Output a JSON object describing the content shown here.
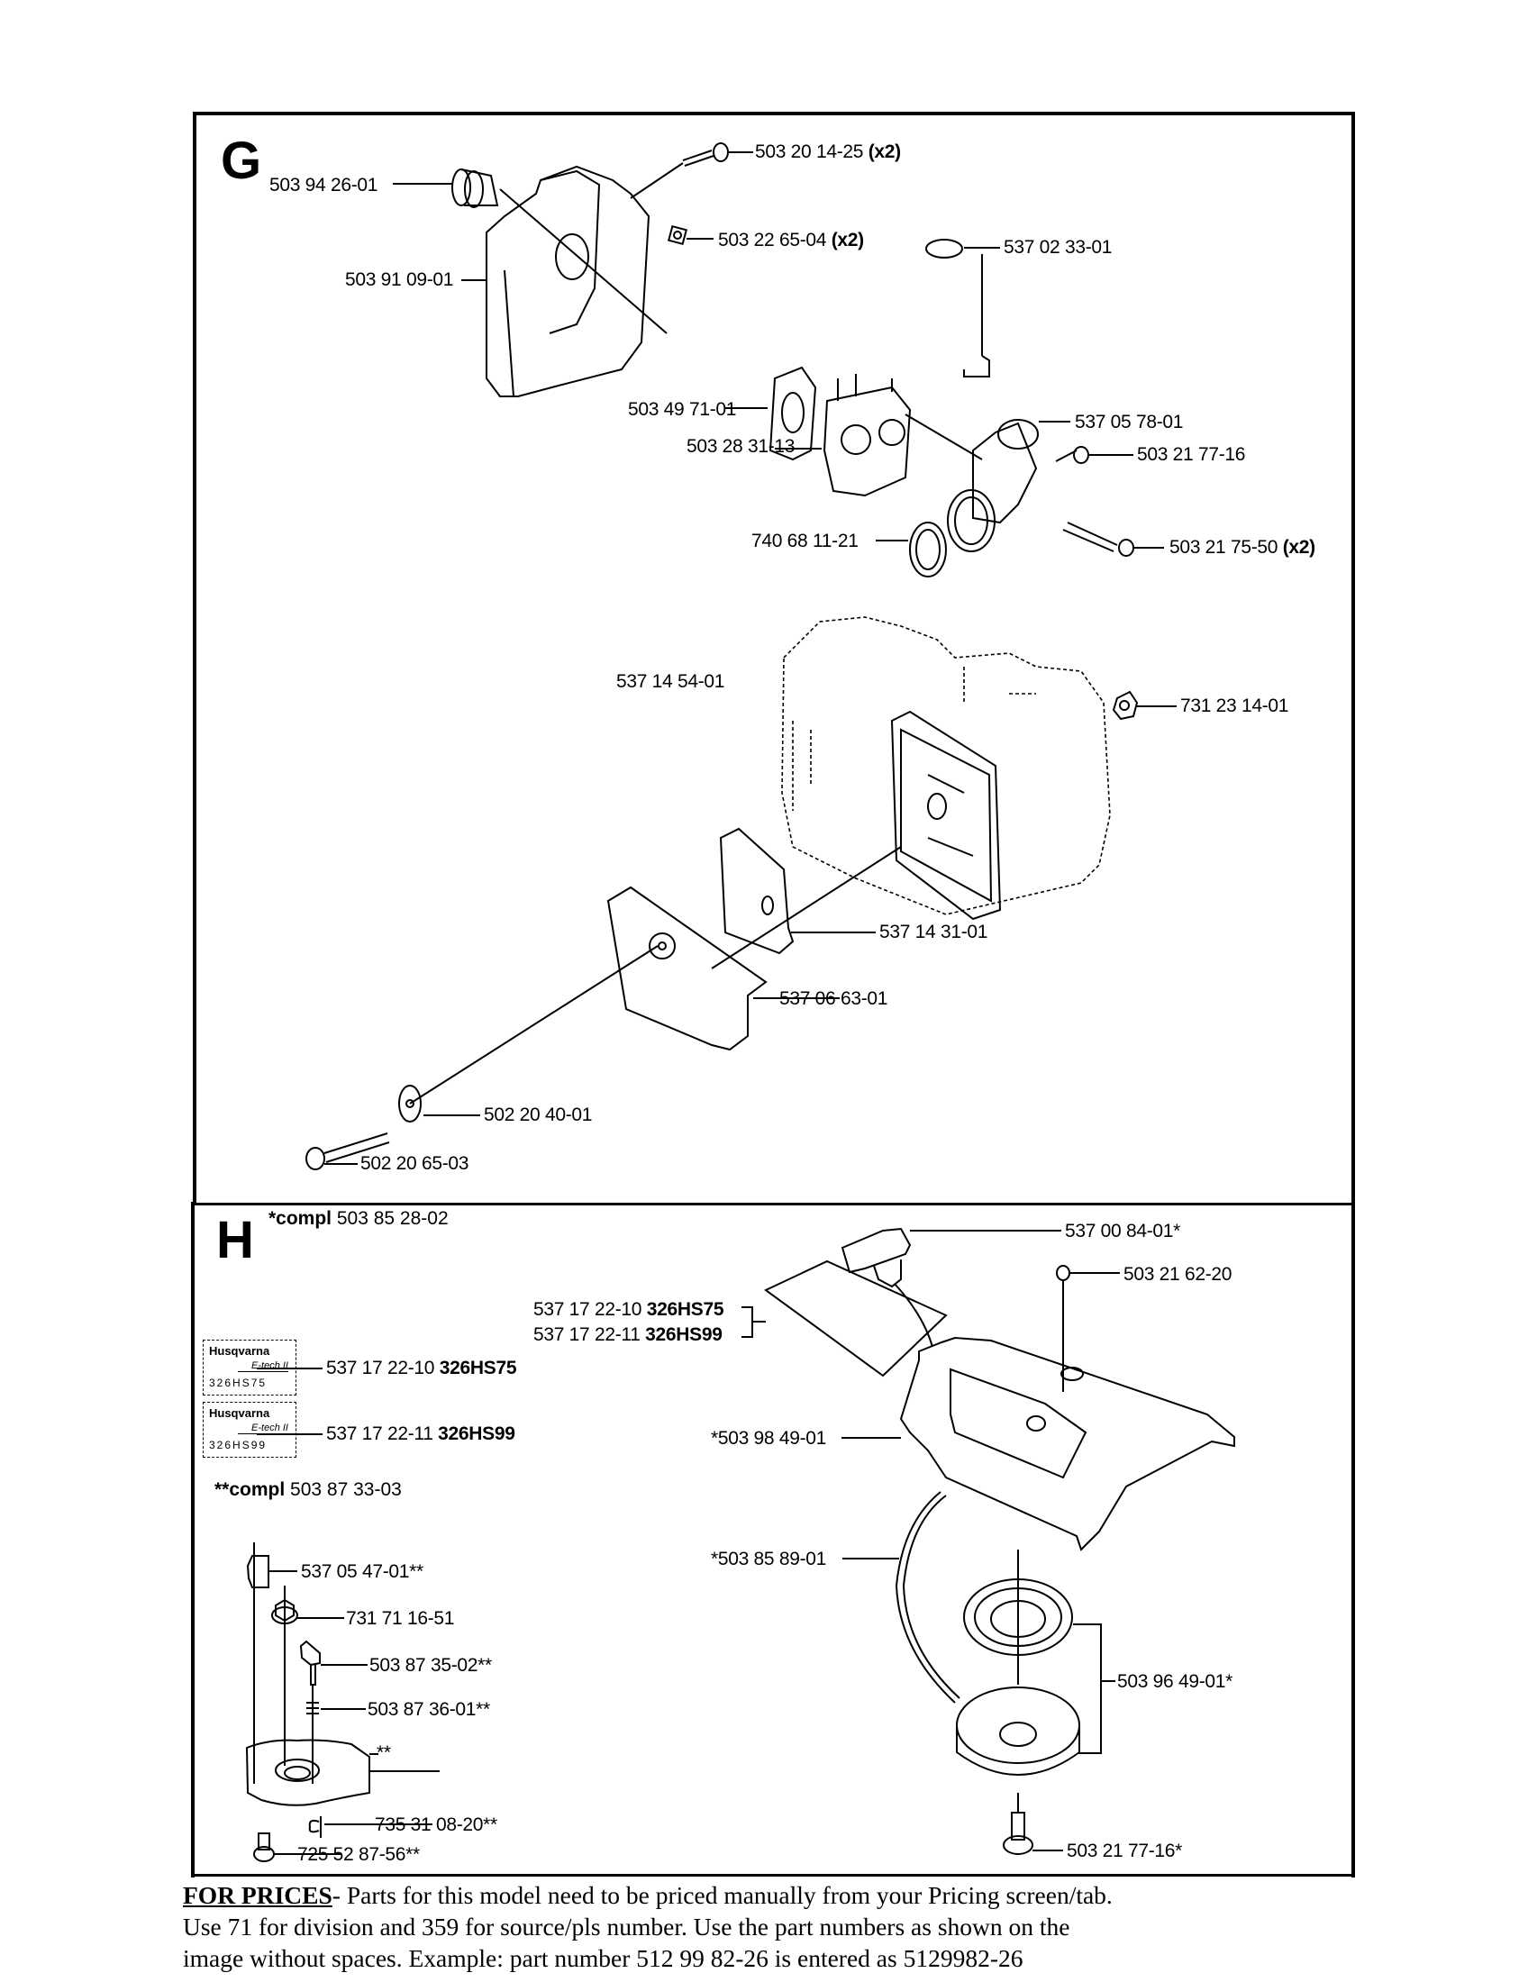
{
  "sections": {
    "g": {
      "letter": "G",
      "labels": [
        {
          "id": "g1",
          "part": "503 20 14-25",
          "qty": "(x2)"
        },
        {
          "id": "g2",
          "part": "503 94 26-01"
        },
        {
          "id": "g3",
          "part": "503 22 65-04",
          "qty": "(x2)"
        },
        {
          "id": "g4",
          "part": "537 02 33-01"
        },
        {
          "id": "g5",
          "part": "503 91 09-01"
        },
        {
          "id": "g6",
          "part": "503 49 71-01"
        },
        {
          "id": "g7",
          "part": "537 05 78-01"
        },
        {
          "id": "g8",
          "part": "503 28 31-13"
        },
        {
          "id": "g9",
          "part": "503 21 77-16"
        },
        {
          "id": "g10",
          "part": "740 68 11-21"
        },
        {
          "id": "g11",
          "part": "503 21 75-50",
          "qty": "(x2)"
        },
        {
          "id": "g12",
          "part": "537 14 54-01"
        },
        {
          "id": "g13",
          "part": "731 23 14-01"
        },
        {
          "id": "g14",
          "part": "537 14 31-01"
        },
        {
          "id": "g15",
          "part": "537 06 63-01"
        },
        {
          "id": "g16",
          "part": "502 20 40-01"
        },
        {
          "id": "g17",
          "part": "502 20 65-03"
        }
      ]
    },
    "h": {
      "letter": "H",
      "compl_1": {
        "prefix": "*compl",
        "part": "503 85 28-02"
      },
      "compl_2": {
        "prefix": "**compl",
        "part": "503 87 33-03"
      },
      "decals": [
        {
          "brand": "Husqvarna",
          "line": "E-tech II",
          "model": "326HS75"
        },
        {
          "brand": "Husqvarna",
          "line": "E-tech II",
          "model": "326HS99"
        }
      ],
      "labels": [
        {
          "id": "h1",
          "part": "537 00 84-01*"
        },
        {
          "id": "h2",
          "part": "503 21 62-20"
        },
        {
          "id": "h3",
          "part": "537 17 22-10",
          "model": "326HS75"
        },
        {
          "id": "h4",
          "part": "537 17 22-11",
          "model": "326HS99"
        },
        {
          "id": "h5",
          "part": "537 17 22-10",
          "model": "326HS75"
        },
        {
          "id": "h6",
          "part": "537 17 22-11",
          "model": "326HS99"
        },
        {
          "id": "h7",
          "part": "*503 98 49-01"
        },
        {
          "id": "h8",
          "part": "*503 85 89-01"
        },
        {
          "id": "h9",
          "part": "537 05 47-01**"
        },
        {
          "id": "h10",
          "part": "731 71 16-51"
        },
        {
          "id": "h11",
          "part": "503 87 35-02**"
        },
        {
          "id": "h12",
          "part": "503 87 36-01**"
        },
        {
          "id": "h13",
          "part": "**"
        },
        {
          "id": "h14",
          "part": "503 96 49-01*"
        },
        {
          "id": "h15",
          "part": "735 31 08-20**"
        },
        {
          "id": "h16",
          "part": "725 52 87-56**"
        },
        {
          "id": "h17",
          "part": "503 21 77-16*"
        }
      ]
    }
  },
  "footer": {
    "heading": "FOR PRICES",
    "dash": "-",
    "text_1": " Parts for this model need to be priced manually from your Pricing screen/tab.",
    "text_2": "Use 71 for division and 359 for source/pls number.   Use the part numbers as shown on the",
    "text_3": "image without spaces.  Example: part number 512 99 82-26 is entered as 5129982-26"
  }
}
